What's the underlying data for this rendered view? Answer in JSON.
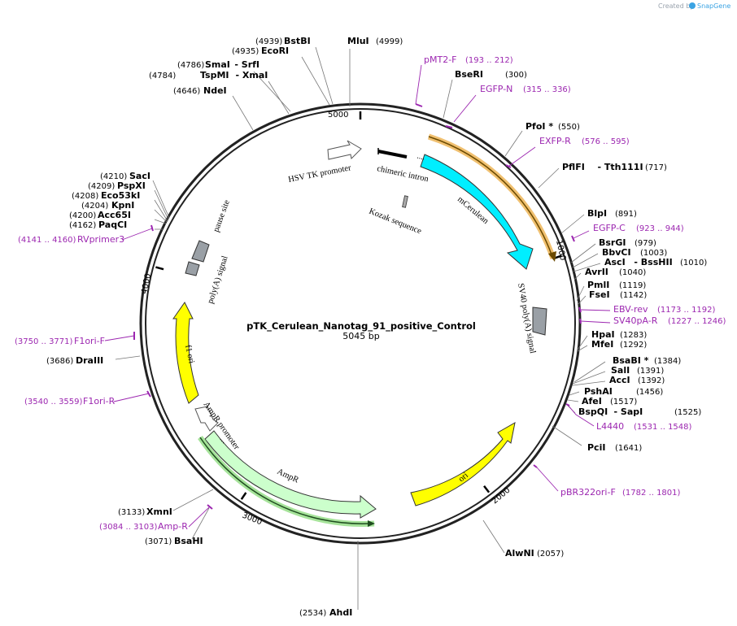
{
  "credit": {
    "text": "Created by",
    "brand": "SnapGene"
  },
  "plasmid": {
    "name": "pTK_Cerulean_Nanotag_91_positive_Control",
    "length": "5045 bp"
  },
  "features": {
    "hsv_tk": "HSV TK promoter",
    "chimeric_intron": "chimeric intron",
    "kozak": "Kozak sequence",
    "mcerulean": "mCerulean",
    "sv40_polya": "SV40 poly(A) signal",
    "pause_site": "pause site",
    "polya_signal": "poly(A) signal",
    "f1_ori": "f1 ori",
    "ampr_promoter": "AmpR promoter",
    "ampr": "AmpR",
    "ori": "ori",
    "dots": "..."
  },
  "ticks": [
    {
      "label": "5000",
      "bp": 0
    },
    {
      "label": "1000",
      "bp": 1000
    },
    {
      "label": "2000",
      "bp": 2000
    },
    {
      "label": "3000",
      "bp": 3000
    },
    {
      "label": "4000",
      "bp": 4000
    }
  ],
  "enzymes": [
    {
      "name": "MluI",
      "pos": "(4999)"
    },
    {
      "name": "BstBI",
      "pos": "(4939)"
    },
    {
      "name": "EcoRI",
      "pos": "(4935)"
    },
    {
      "name": "SmaI",
      "extra": "SrfI",
      "pos": "(4786)"
    },
    {
      "name": "TspMI",
      "extra": "XmaI",
      "pos": "(4784)"
    },
    {
      "name": "NdeI",
      "pos": "(4646)"
    },
    {
      "name": "SacI",
      "pos": "(4210)"
    },
    {
      "name": "PspXI",
      "pos": "(4209)"
    },
    {
      "name": "Eco53kI",
      "pos": "(4208)"
    },
    {
      "name": "KpnI",
      "pos": "(4204)"
    },
    {
      "name": "Acc65I",
      "pos": "(4200)"
    },
    {
      "name": "PaqCI",
      "pos": "(4162)"
    },
    {
      "name": "DraIII",
      "pos": "(3686)"
    },
    {
      "name": "XmnI",
      "pos": "(3133)"
    },
    {
      "name": "BsaHI",
      "pos": "(3071)"
    },
    {
      "name": "AhdI",
      "pos": "(2534)"
    },
    {
      "name": "AlwNI",
      "pos": "(2057)"
    },
    {
      "name": "PciI",
      "pos": "(1641)"
    },
    {
      "name": "BspQI",
      "extra": "SapI",
      "pos": "(1525)"
    },
    {
      "name": "AfeI",
      "pos": "(1517)"
    },
    {
      "name": "PshAI",
      "pos": "(1456)"
    },
    {
      "name": "AccI",
      "pos": "(1392)"
    },
    {
      "name": "SalI",
      "pos": "(1391)"
    },
    {
      "name": "BsaBI *",
      "pos": "(1384)"
    },
    {
      "name": "MfeI",
      "pos": "(1292)"
    },
    {
      "name": "HpaI",
      "pos": "(1283)"
    },
    {
      "name": "FseI",
      "pos": "(1142)"
    },
    {
      "name": "PmlI",
      "pos": "(1119)"
    },
    {
      "name": "AvrII",
      "pos": "(1040)"
    },
    {
      "name": "AscI",
      "extra": "BssHII",
      "pos": "(1010)"
    },
    {
      "name": "BbvCI",
      "pos": "(1003)"
    },
    {
      "name": "BsrGI",
      "pos": "(979)"
    },
    {
      "name": "BlpI",
      "pos": "(891)"
    },
    {
      "name": "PflFI",
      "extra": "Tth111I",
      "pos": "(717)"
    },
    {
      "name": "PfoI *",
      "pos": "(550)"
    },
    {
      "name": "BseRI",
      "pos": "(300)"
    }
  ],
  "primers": [
    {
      "name": "pMT2-F",
      "range": "(193 .. 212)"
    },
    {
      "name": "EGFP-N",
      "range": "(315 .. 336)"
    },
    {
      "name": "EXFP-R",
      "range": "(576 .. 595)"
    },
    {
      "name": "EGFP-C",
      "range": "(923 .. 944)"
    },
    {
      "name": "EBV-rev",
      "range": "(1173 .. 1192)"
    },
    {
      "name": "SV40pA-R",
      "range": "(1227 .. 1246)"
    },
    {
      "name": "L4440",
      "range": "(1531 .. 1548)"
    },
    {
      "name": "pBR322ori-F",
      "range": "(1782 .. 1801)"
    },
    {
      "name": "Amp-R",
      "range": "(3084 .. 3103)"
    },
    {
      "name": "F1ori-R",
      "range": "(3540 .. 3559)"
    },
    {
      "name": "F1ori-F",
      "range": "(3750 .. 3771)"
    },
    {
      "name": "RVprimer3",
      "range": "(4141 .. 4160)"
    }
  ]
}
